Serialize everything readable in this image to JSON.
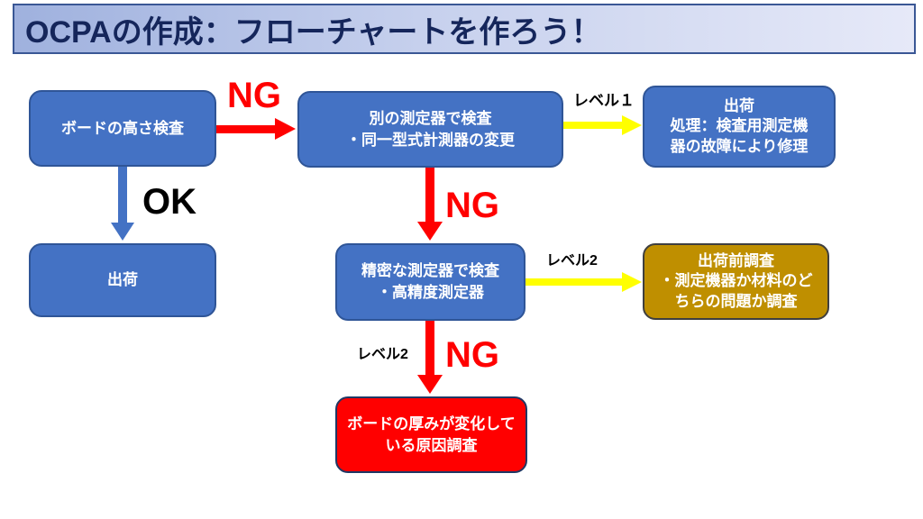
{
  "title": "OCPAの作成：フローチャートを作ろう！",
  "nodes": {
    "inspection": {
      "text": "ボードの高さ検査"
    },
    "alt_instrument": {
      "text": "別の測定器で検査\n・同一型式計測器の変更"
    },
    "ship_repair": {
      "text": "出荷\n処理：検査用測定機\n器の故障により修理"
    },
    "ship": {
      "text": "出荷"
    },
    "precision": {
      "text": "精密な測定器で検査\n・高精度測定器"
    },
    "preship_investigation": {
      "text": "出荷前調査\n・測定機器か材料のど\nちらの問題か調査"
    },
    "cause_investigation": {
      "text": "ボードの厚みが変化して\nいる原因調査"
    }
  },
  "labels": {
    "ng_top": "NG",
    "level1": "レベル１",
    "ok": "OK",
    "ng_mid": "NG",
    "level2_right": "レベル2",
    "level2_bottom": "レベル2",
    "ng_bottom": "NG"
  },
  "colors": {
    "node_blue": "#4472C4",
    "node_blue_border": "#2F5597",
    "node_gold": "#BF8F00",
    "node_gold_border": "#3F3F3F",
    "node_red": "#FF0000",
    "node_red_border": "#203864",
    "arrow_red": "#FF0000",
    "arrow_yellow": "#FFFF00",
    "arrow_blue": "#4472C4",
    "ng_label": "#FF0000",
    "ok_label": "#000000",
    "title_text": "#15265B",
    "title_bg_start": "#9FB1DE",
    "title_bg_end": "#E6E9F8"
  }
}
